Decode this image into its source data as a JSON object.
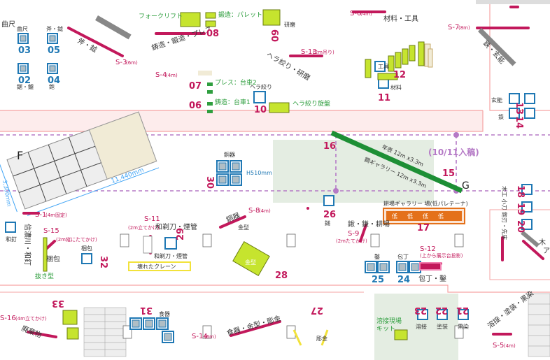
{
  "corner_top_left": "曲尺",
  "labels": {
    "kanejaku": "曲尺",
    "nomi_ono": "斧・鉞",
    "nokogiri": "鋸・鑢",
    "kanna": "鉋",
    "forklift": "フォークリフト",
    "pallet": "鍛造：パレット",
    "kenma": "研磨",
    "forging": "鋳造・鍛造・プレス",
    "hera_kenma": "ヘラ絞り・研磨",
    "zaishiki_kogu": "材料・工具",
    "nomi_kanno": "鉄・玄能",
    "kougu": "工具",
    "zairyo": "材料",
    "genno": "玄能",
    "tetsu": "鉄",
    "press": "プレス：台車2",
    "chuzo": "鋳造：台車1",
    "herashibori": "ヘラ絞り",
    "herashibori_senban": "ヘラ絞り旋盤",
    "doki": "銅器",
    "h510": "H510mm",
    "nenpyo": "年表 12m x3.3m",
    "gallery": "鋼ギャラリー 12m x3.3m",
    "nyuko": "(10/11入稿)",
    "F": "F",
    "G": "G",
    "dim_w": "11,440mm",
    "dim_h": "3,300mm",
    "wakugi": "和釘",
    "shinji": "信濃川・和釘",
    "konpo_l": "梱包",
    "nukigata": "抜き型",
    "konpo": "梱包",
    "wabocho": "和剃刀・煙管",
    "wabocho2": "和剃刀・煙管",
    "broken_crane": "壊れたクレーン",
    "kinzoku_kata": "金型",
    "doki2": "銅器",
    "kinzoku": "金型",
    "kama_kuwa": "鍬・鎌・耕場",
    "tsuchi": "鎚",
    "kousaku_gallery": "耕場ギャラリー 場(低パレテーナ)",
    "low": "低",
    "nomi": "鑿",
    "hocho": "包丁",
    "hocho_nomi": "包丁・鑿",
    "mokko": "木工 小刀 鉋刃・先床",
    "haikibutsu": "廃棄物",
    "shokki": "食器",
    "shokki_kata": "食器・金型・彫金",
    "chokin": "彫金",
    "yosetsu": "溶接現場",
    "kit": "キット",
    "yosetsu2": "溶接",
    "toso": "塗装",
    "kurozome": "黒染",
    "yosetsu_toso": "溶接・塗装・黒染",
    "kizuka": "木",
    "kizuka2": "ア"
  },
  "numbers": [
    "03",
    "05",
    "02",
    "04",
    "08",
    "09",
    "12",
    "11",
    "13",
    "14",
    "07",
    "06",
    "10",
    "16",
    "15",
    "30",
    "26",
    "18",
    "19",
    "20",
    "29",
    "32",
    "28",
    "25",
    "24",
    "17",
    "33",
    "31",
    "27",
    "23",
    "22",
    "21"
  ],
  "signs": {
    "s3": "S-3",
    "s3u": "(6m)",
    "s4": "S-4",
    "s4u": "(4m)",
    "s6": "S-6",
    "s6u": "(4m)",
    "s7": "S-7",
    "s7u": "(8m)",
    "s13": "S-13",
    "s13u": "(2m吊り)",
    "s1": "S-1",
    "s1u": "(4m固定)",
    "s15": "S-15",
    "s15u": "(2m縦にたてかけ)",
    "s11": "S-11",
    "s11u": "(2m立てかけ)",
    "s8": "S-8",
    "s8u": "(4m)",
    "s9": "S-9",
    "s9u": "(2mたてかけ)",
    "s12": "S-12",
    "s12u": "(上から展示台投影)",
    "s16": "S-16",
    "s16u": "(4m立てかけ)",
    "s14": "S-14",
    "s14u": "(6m)",
    "s5": "S-5",
    "s5u": "(4m)"
  },
  "colors": {
    "blue": "#1f78b4",
    "magenta": "#c2185b",
    "lime": "#c6e42e",
    "purple": "#b57ac6",
    "green": "#1d8f35"
  }
}
